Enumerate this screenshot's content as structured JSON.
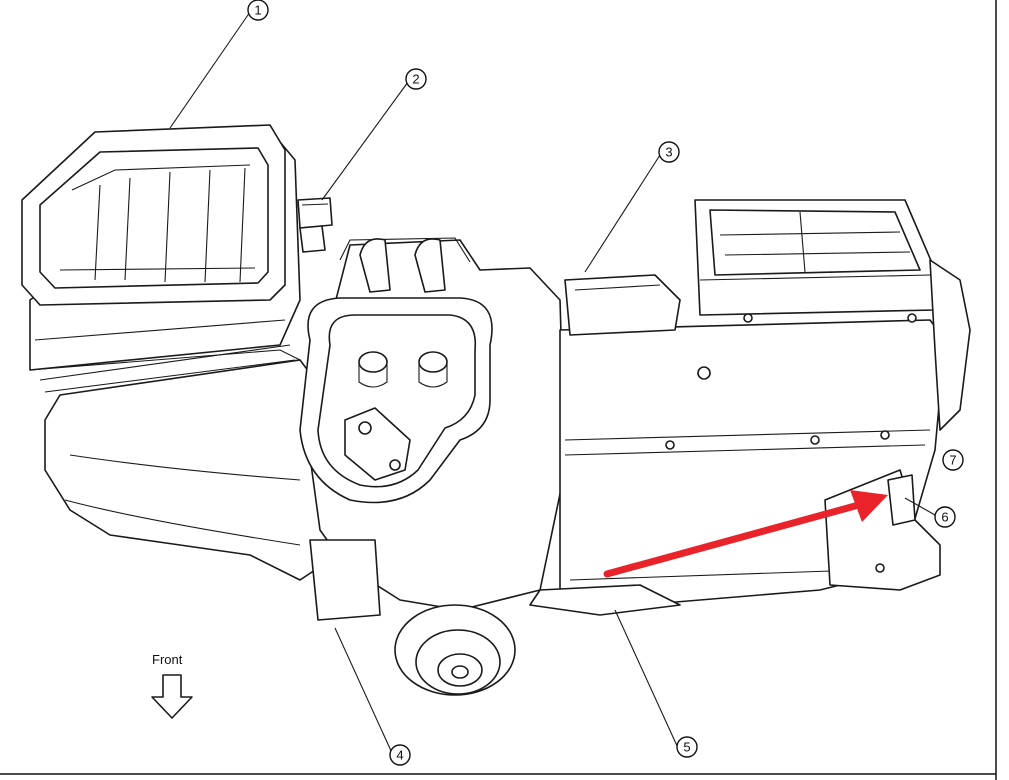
{
  "diagram": {
    "callouts": [
      "1",
      "2",
      "3",
      "4",
      "5",
      "6",
      "7"
    ],
    "direction_label": "Front",
    "direction_arrow_icon": "down-arrow-icon",
    "highlight_arrow_color": "#e8232a",
    "line_color": "#1a1a1a",
    "background_color": "#ffffff"
  }
}
